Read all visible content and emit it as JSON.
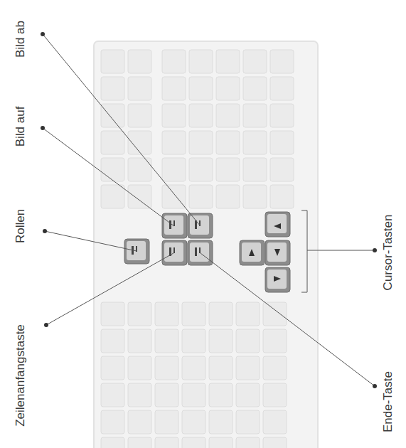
{
  "diagram": {
    "labels": [
      "Bild ab",
      "Bild auf",
      "Rollen",
      "Zeilenanfangstaste",
      "Cursor-Tasten",
      "Ende-Taste"
    ]
  }
}
